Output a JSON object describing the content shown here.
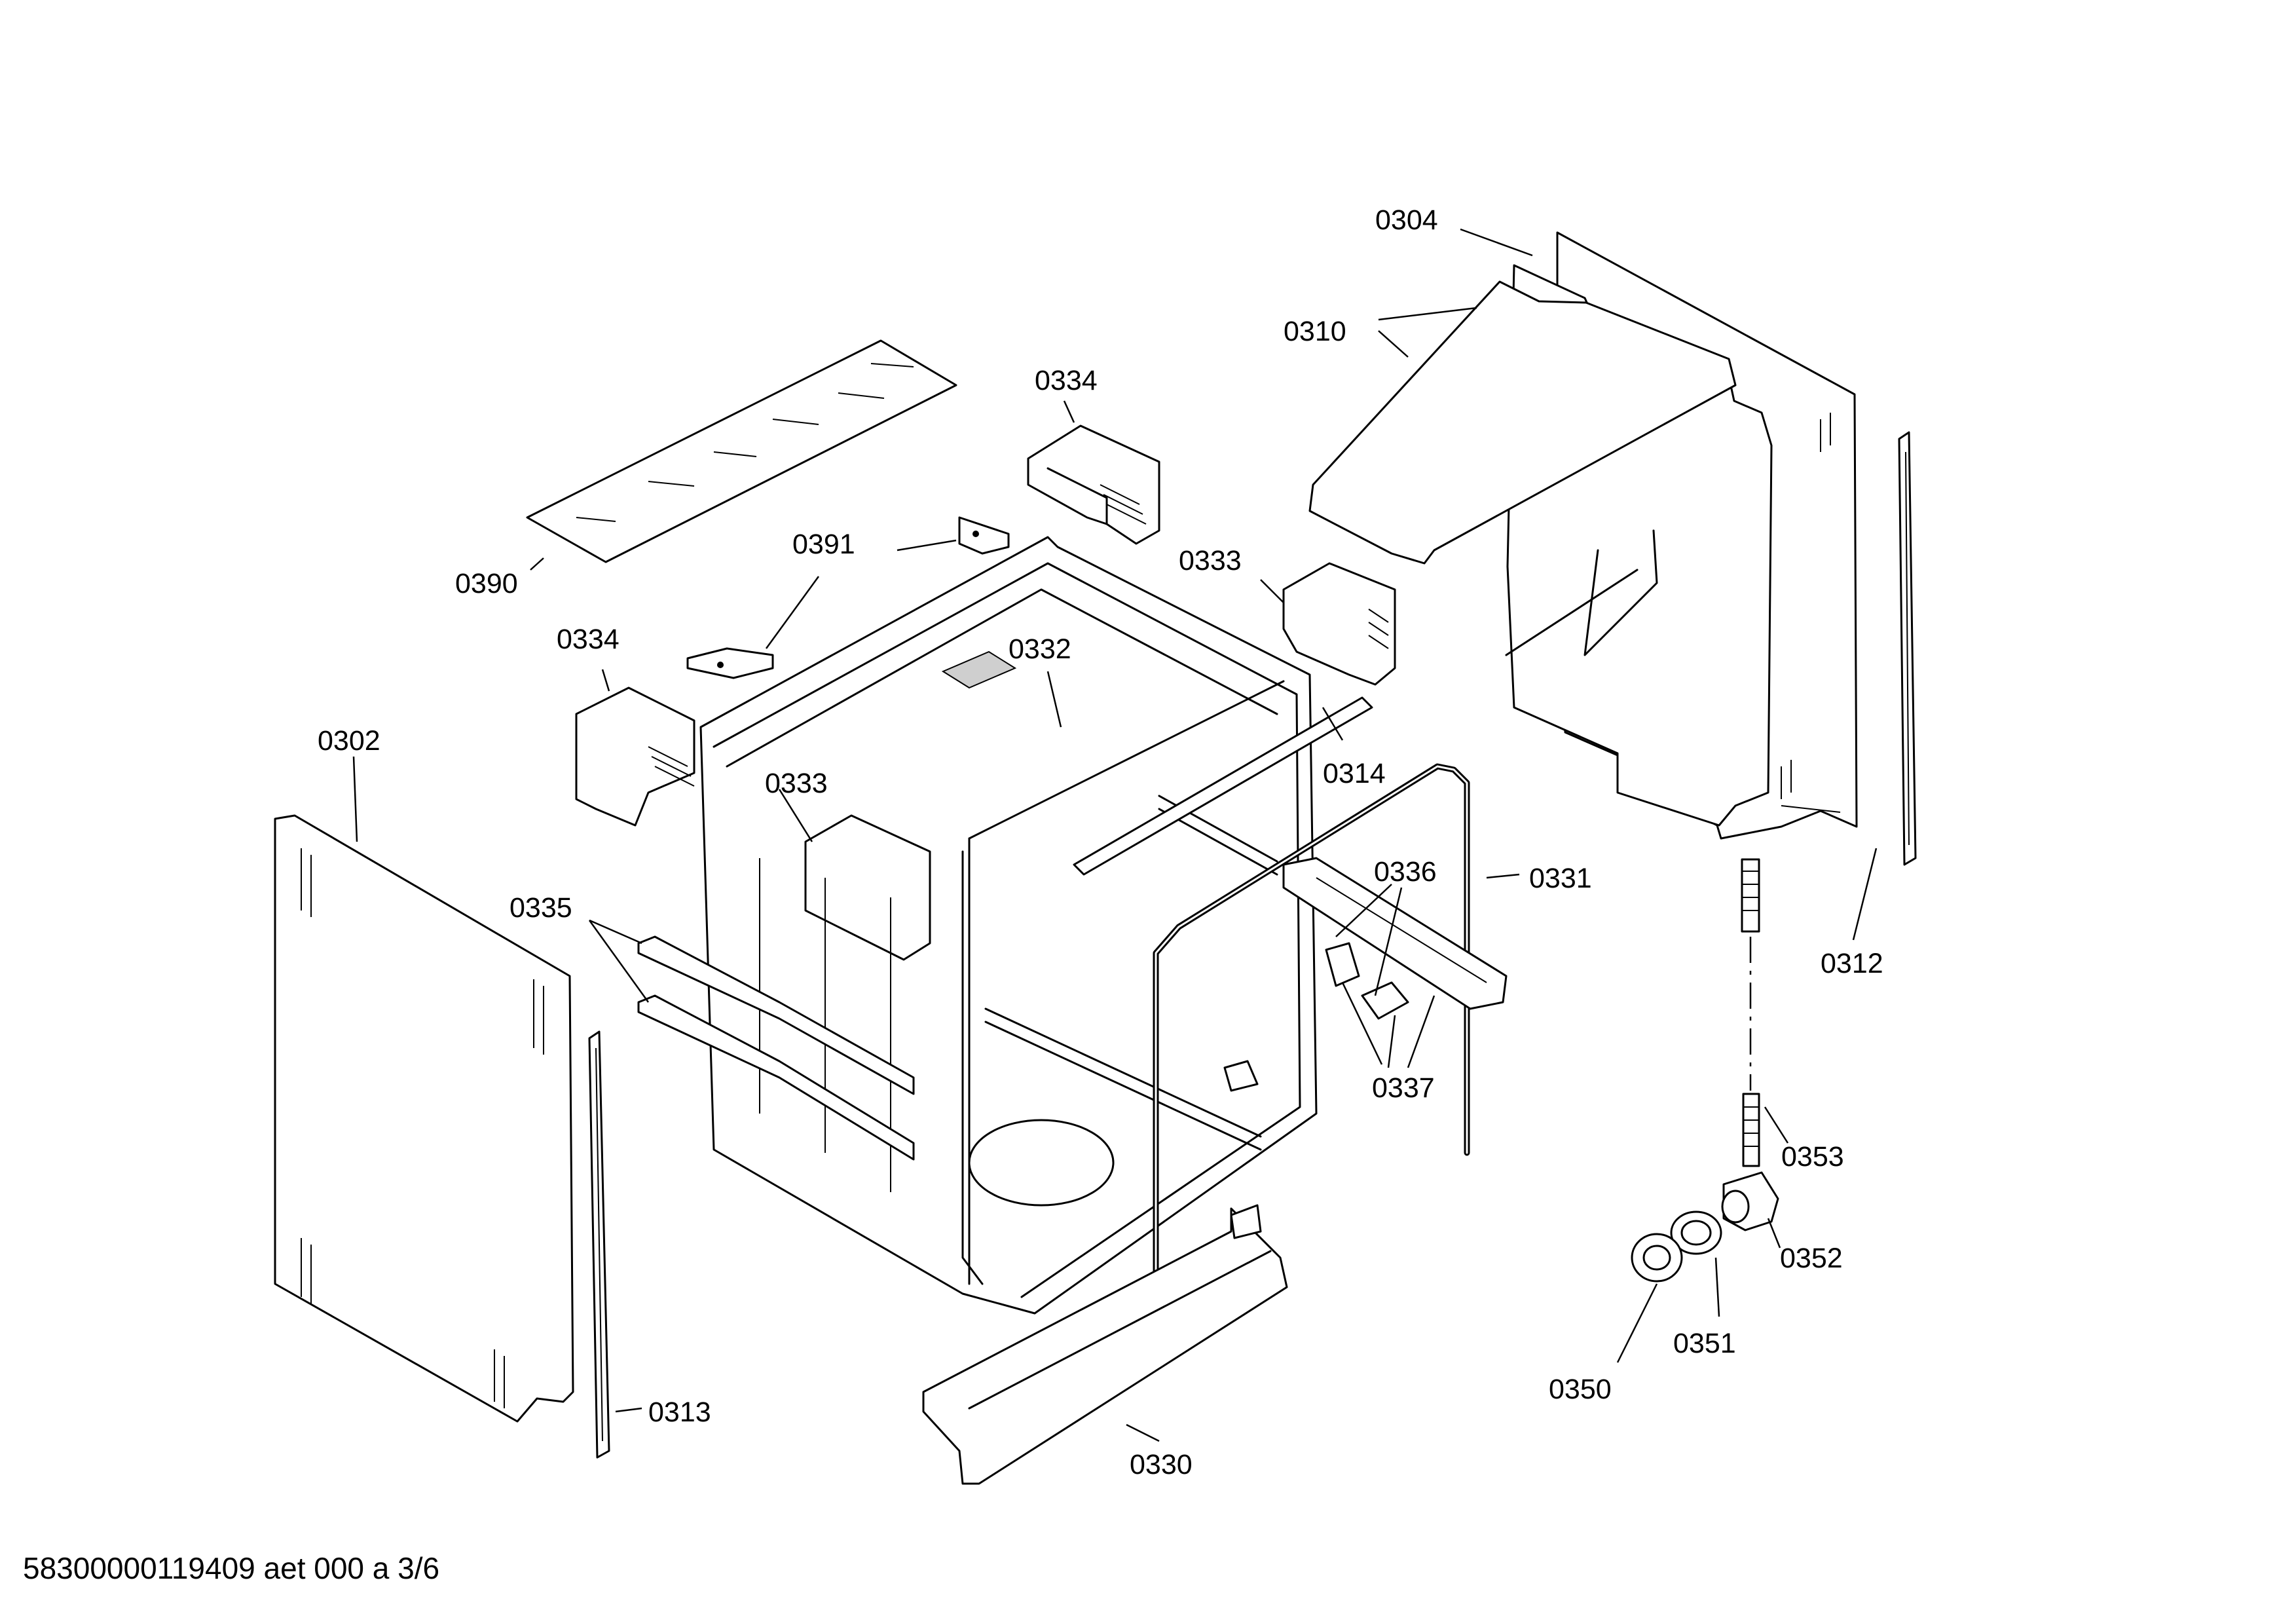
{
  "diagram": {
    "labels": {
      "p0304": "0304",
      "p0310": "0310",
      "p0334a": "0334",
      "p0333a": "0333",
      "p0391": "0391",
      "p0390": "0390",
      "p0334b": "0334",
      "p0332": "0332",
      "p0302": "0302",
      "p0333b": "0333",
      "p0314": "0314",
      "p0336": "0336",
      "p0331": "0331",
      "p0312": "0312",
      "p0335": "0335",
      "p0337": "0337",
      "p0353": "0353",
      "p0352": "0352",
      "p0351": "0351",
      "p0350": "0350",
      "p0313": "0313",
      "p0330": "0330"
    }
  },
  "footer": {
    "doc_id": "58300000119409 aet 000 a 3/6"
  }
}
